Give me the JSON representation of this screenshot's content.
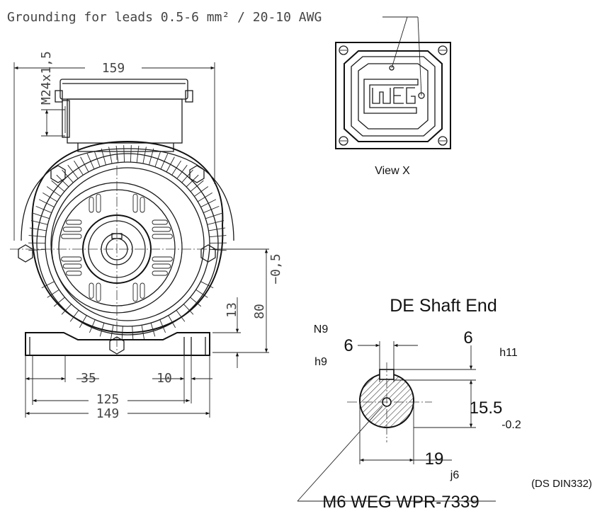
{
  "header": {
    "grounding_note": "Grounding for leads 0.5-6 mm² / 20-10 AWG"
  },
  "front_view": {
    "width_overall": "159",
    "thread": "M24x1,5",
    "height_offset": "−0,5",
    "shaft_height": "80",
    "foot_thickness": "13",
    "foot_width": "35",
    "foot_slot": "10",
    "hole_spacing": "125",
    "base_width": "149"
  },
  "terminal_box_view": {
    "caption": "View X",
    "logo": "WEG"
  },
  "shaft_end": {
    "title": "DE Shaft End",
    "keyway_tol_hub": "N9",
    "key_tol": "h9",
    "key_width": "6",
    "key_height": "6",
    "key_height_tol": "h11",
    "shaft_depth": "15.5",
    "shaft_depth_tol": "-0.2",
    "shaft_diameter": "19",
    "shaft_diameter_tol": "j6",
    "thread_spec": "M6 WEG WPR-7339",
    "standard_ref": "(DS DIN332)"
  }
}
